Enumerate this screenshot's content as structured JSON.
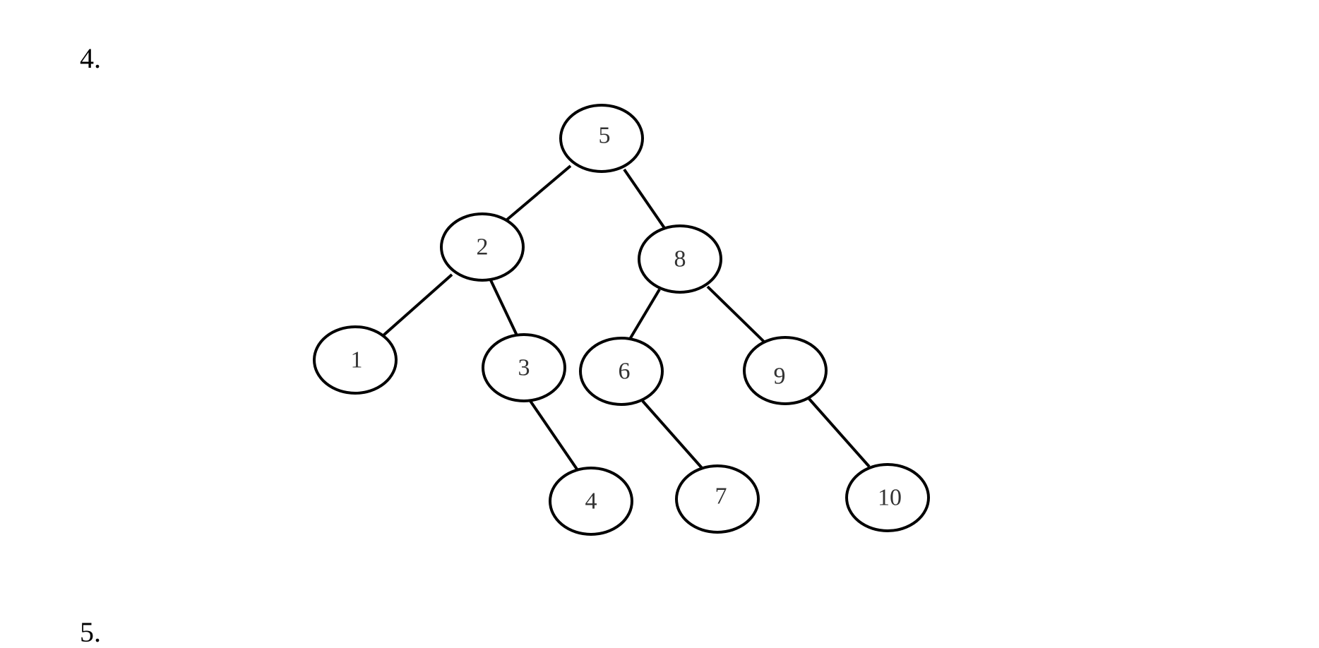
{
  "problems": {
    "first_number": "4.",
    "second_number": "5."
  },
  "tree": {
    "nodes": {
      "n5": "5",
      "n2": "2",
      "n8": "8",
      "n1": "1",
      "n3": "3",
      "n6": "6",
      "n9": "9",
      "n4": "4",
      "n7": "7",
      "n10": "10"
    },
    "edges": [
      [
        "n5",
        "n2"
      ],
      [
        "n5",
        "n8"
      ],
      [
        "n2",
        "n1"
      ],
      [
        "n2",
        "n3"
      ],
      [
        "n8",
        "n6"
      ],
      [
        "n8",
        "n9"
      ],
      [
        "n3",
        "n4"
      ],
      [
        "n6",
        "n7"
      ],
      [
        "n9",
        "n10"
      ]
    ],
    "colors": {
      "stroke": "#000000",
      "label": "#333333",
      "fill": "#ffffff"
    }
  }
}
